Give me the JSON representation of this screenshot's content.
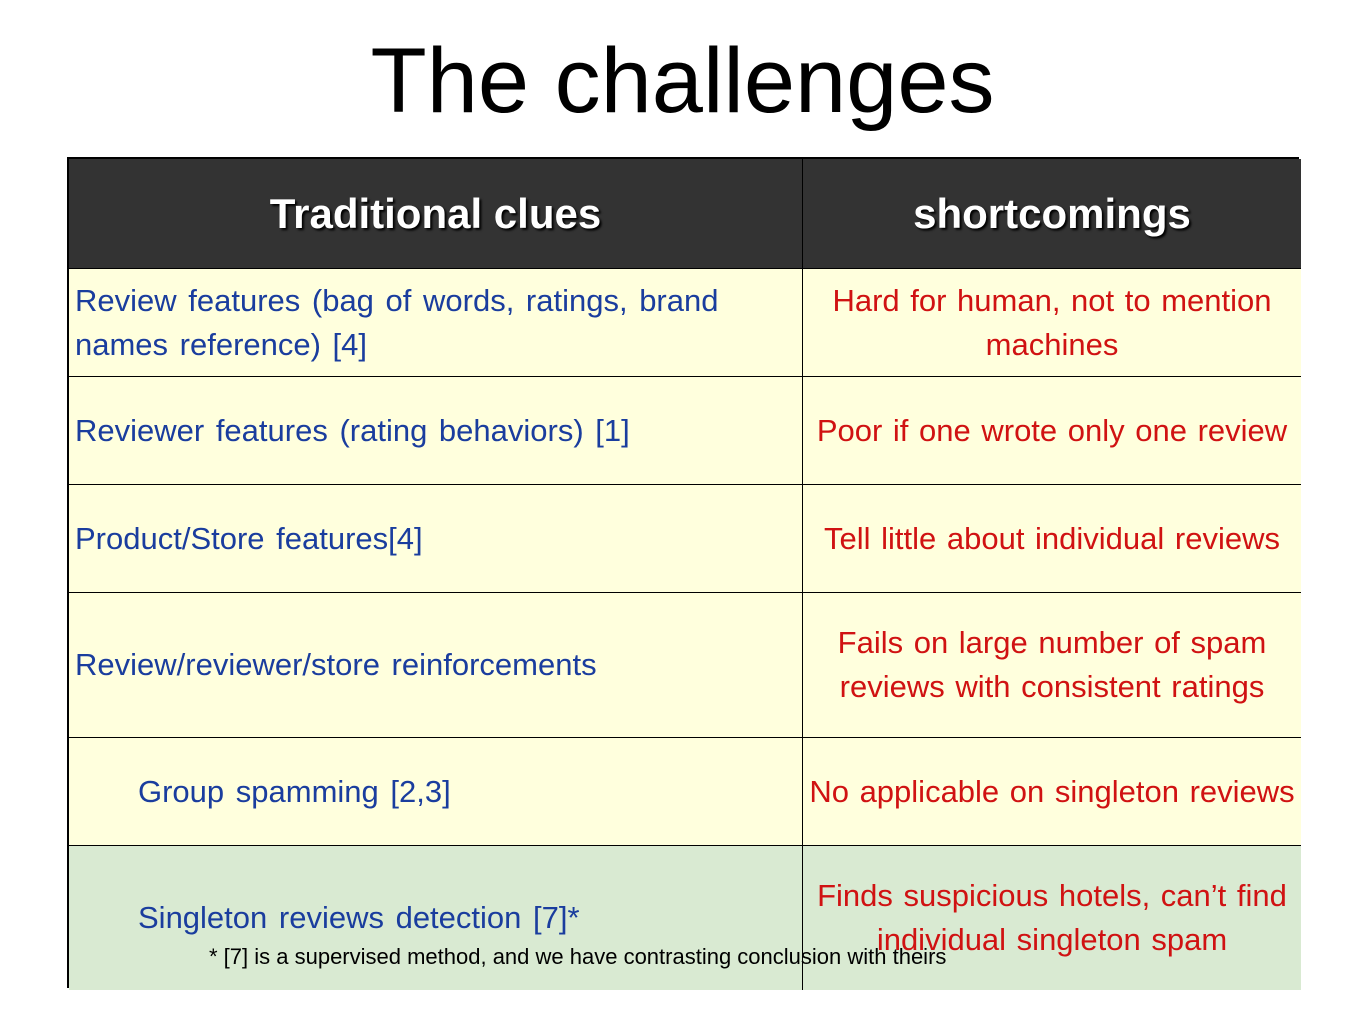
{
  "title": "The challenges",
  "table": {
    "headers": [
      "Traditional clues",
      "shortcomings"
    ],
    "rows": [
      {
        "clue": "Review features (bag of words, ratings, brand names reference) [4]",
        "shortcoming": "Hard for human, not to mention machines"
      },
      {
        "clue": "Reviewer features (rating behaviors) [1]",
        "shortcoming": "Poor if one wrote only one review"
      },
      {
        "clue": "Product/Store features[4]",
        "shortcoming": "Tell little about individual reviews"
      },
      {
        "clue": "Review/reviewer/store reinforcements",
        "shortcoming": "Fails on large number of spam reviews with consistent ratings"
      },
      {
        "clue": "Group spamming [2,3]",
        "shortcoming": "No applicable on singleton reviews"
      },
      {
        "clue": "Singleton reviews detection [7]*",
        "shortcoming": "Finds suspicious hotels, can’t find individual singleton spam"
      }
    ]
  },
  "footnote": "* [7] is a supervised method, and we have contrasting conclusion with theirs",
  "colors": {
    "header_bg": "#333333",
    "row_bg": "#ffffdd",
    "highlight_row_bg": "#d9ead2",
    "clue_text": "#1a3d9e",
    "shortcoming_text": "#d01212"
  }
}
